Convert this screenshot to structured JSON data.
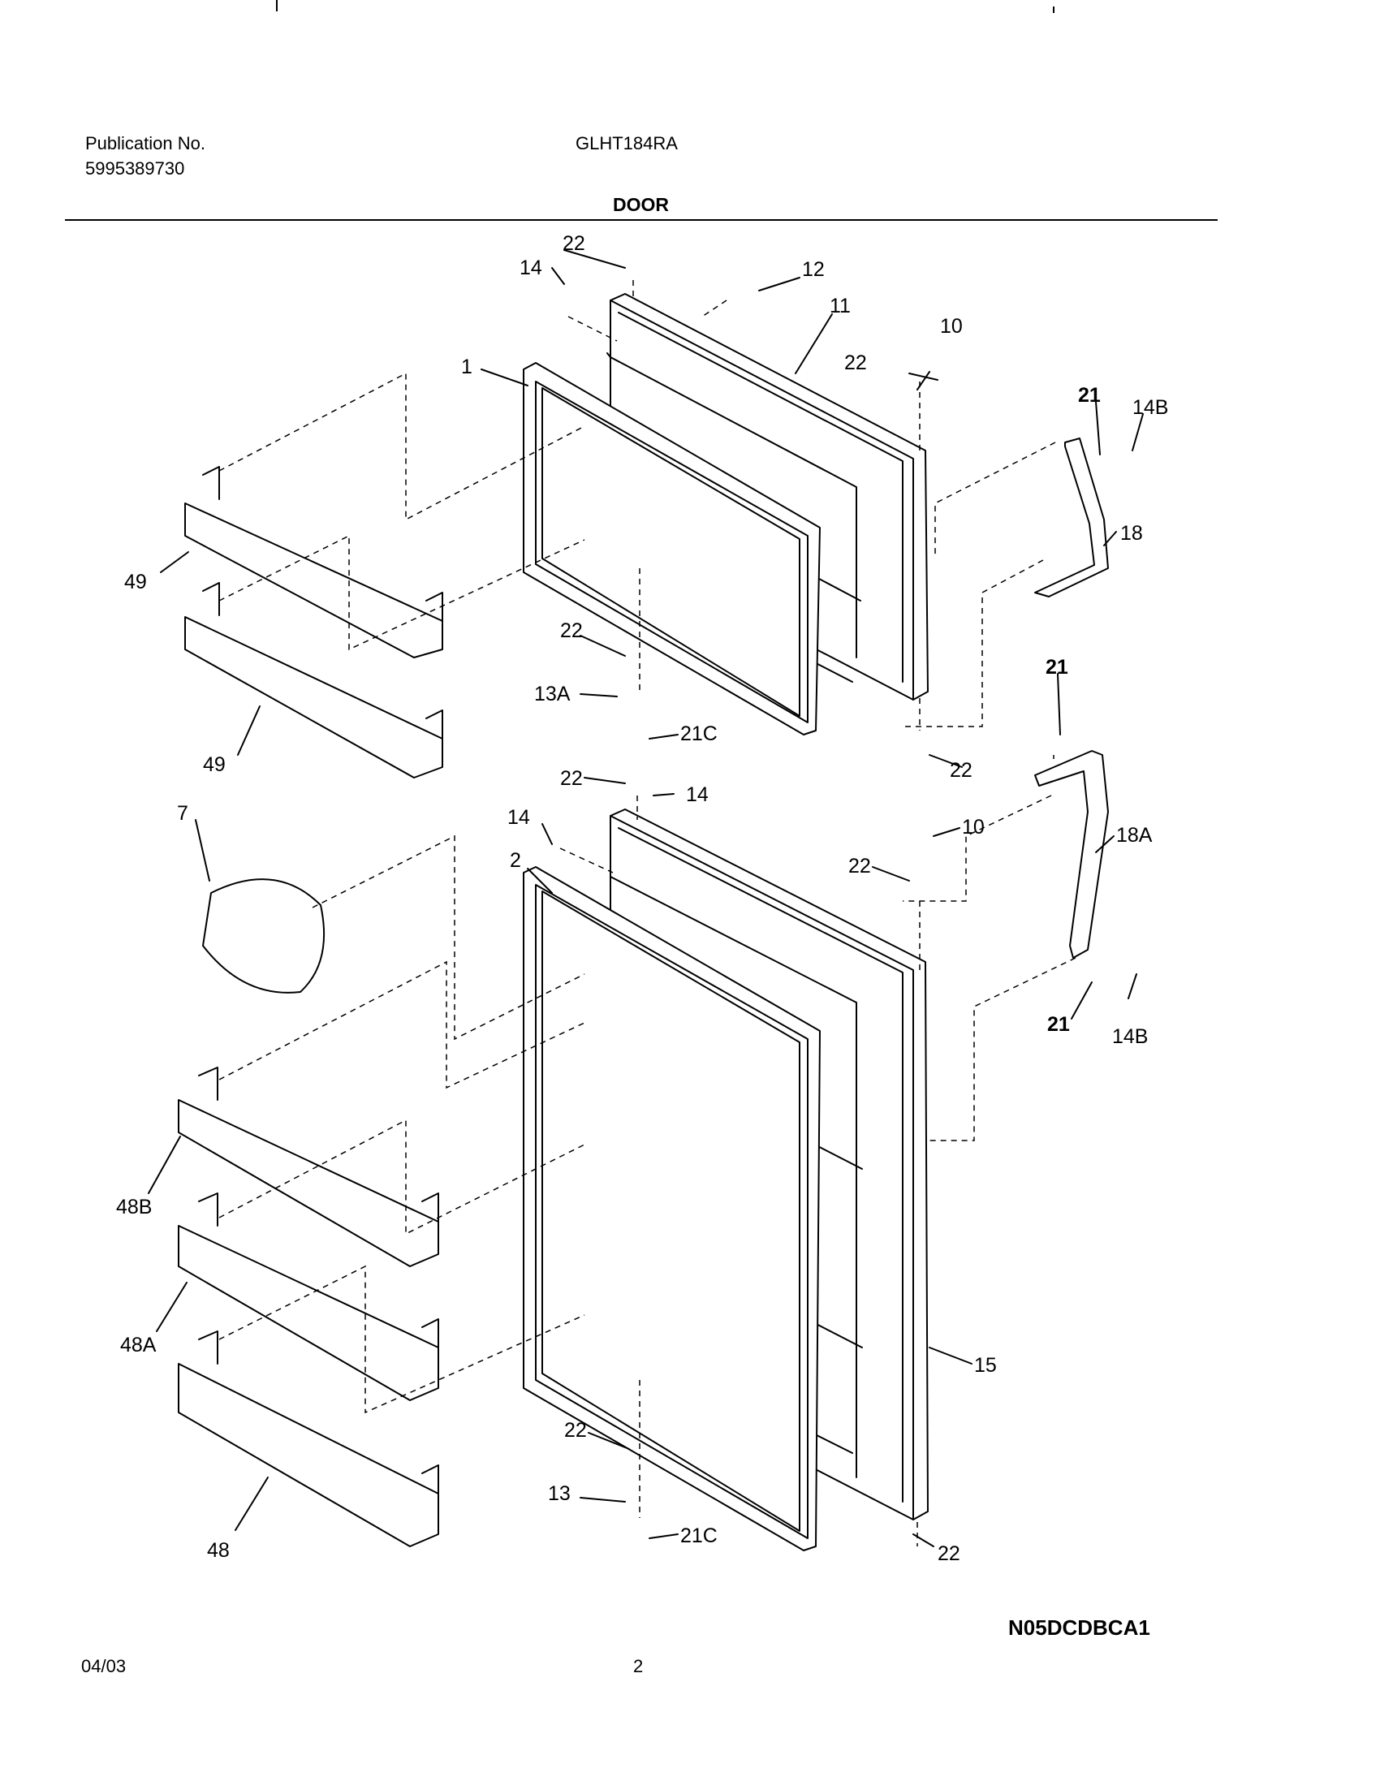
{
  "header": {
    "publication_label": "Publication No.",
    "publication_number": "5995389730",
    "model": "GLHT184RA",
    "section_title": "DOOR"
  },
  "footer": {
    "diagram_code": "N05DCDBCA1",
    "date": "04/03",
    "page_number": "2"
  },
  "callouts": [
    {
      "id": "c-22-top",
      "label": "22"
    },
    {
      "id": "c-14-top",
      "label": "14"
    },
    {
      "id": "c-12",
      "label": "12"
    },
    {
      "id": "c-11",
      "label": "11"
    },
    {
      "id": "c-10-top",
      "label": "10"
    },
    {
      "id": "c-22-hinge-top",
      "label": "22"
    },
    {
      "id": "c-1",
      "label": "1"
    },
    {
      "id": "c-21-top",
      "label": "21"
    },
    {
      "id": "c-14b-top",
      "label": "14B"
    },
    {
      "id": "c-18",
      "label": "18"
    },
    {
      "id": "c-49-a",
      "label": "49"
    },
    {
      "id": "c-22-mid-left",
      "label": "22"
    },
    {
      "id": "c-13a",
      "label": "13A"
    },
    {
      "id": "c-21c-top",
      "label": "21C"
    },
    {
      "id": "c-21-mid",
      "label": "21"
    },
    {
      "id": "c-49-b",
      "label": "49"
    },
    {
      "id": "c-22-mid-right",
      "label": "22"
    },
    {
      "id": "c-22-lower-top",
      "label": "22"
    },
    {
      "id": "c-14-lower-right",
      "label": "14"
    },
    {
      "id": "c-7",
      "label": "7"
    },
    {
      "id": "c-14-lower-left",
      "label": "14"
    },
    {
      "id": "c-10-lower",
      "label": "10"
    },
    {
      "id": "c-18a",
      "label": "18A"
    },
    {
      "id": "c-2",
      "label": "2"
    },
    {
      "id": "c-22-lower-hinge",
      "label": "22"
    },
    {
      "id": "c-21-low",
      "label": "21"
    },
    {
      "id": "c-14b-low",
      "label": "14B"
    },
    {
      "id": "c-48b",
      "label": "48B"
    },
    {
      "id": "c-48a",
      "label": "48A"
    },
    {
      "id": "c-15",
      "label": "15"
    },
    {
      "id": "c-22-bottom-left",
      "label": "22"
    },
    {
      "id": "c-13",
      "label": "13"
    },
    {
      "id": "c-21c-bottom",
      "label": "21C"
    },
    {
      "id": "c-48",
      "label": "48"
    },
    {
      "id": "c-22-bottom-right",
      "label": "22"
    }
  ]
}
